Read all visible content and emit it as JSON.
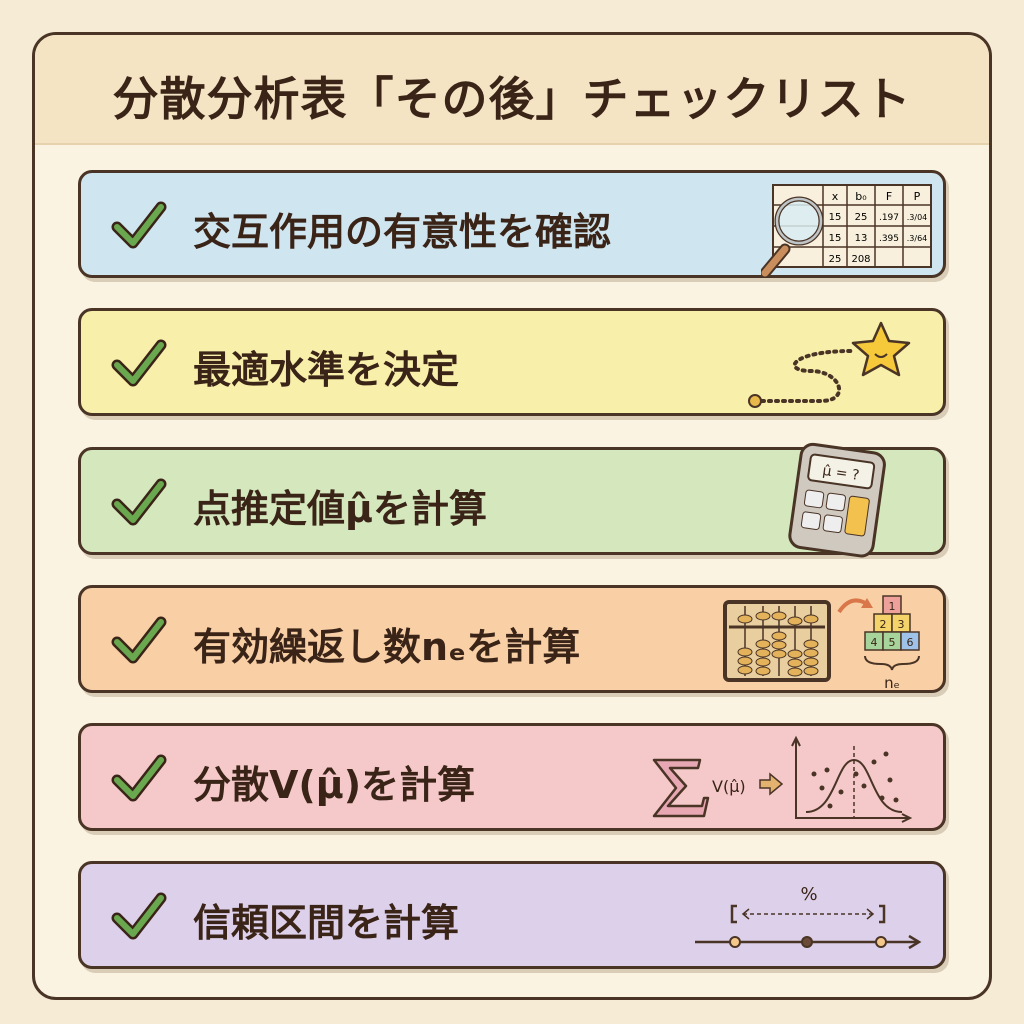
{
  "title": "分散分析表「その後」チェックリスト",
  "items": [
    {
      "label": "交互作用の有意性を確認",
      "color": "#cfe5ef",
      "icon": "magnifier-anova-table-icon"
    },
    {
      "label": "最適水準を決定",
      "color": "#f8efaa",
      "icon": "path-to-star-icon"
    },
    {
      "label": "点推定値μ̂を計算",
      "color": "#d5e8bd",
      "icon": "calculator-icon"
    },
    {
      "label": "有効繰返し数nₑを計算",
      "color": "#f9d0a6",
      "icon": "abacus-blocks-icon"
    },
    {
      "label": "分散V(μ̂)を計算",
      "color": "#f5c9c9",
      "icon": "sigma-distribution-icon"
    },
    {
      "label": "信頼区間を計算",
      "color": "#ddd0ea",
      "icon": "interval-icon"
    }
  ],
  "table": {
    "headers": [
      "x",
      "b₀",
      "F",
      "P"
    ],
    "rows": [
      [
        "15",
        "25",
        ".197",
        ".3/04"
      ],
      [
        "15",
        "13",
        ".395",
        ".3/64"
      ],
      [
        "25",
        "208",
        "",
        ""
      ]
    ]
  },
  "calculator_display": "μ̂ = ?",
  "blocks": [
    "1",
    "2",
    "3",
    "4",
    "5",
    "6"
  ],
  "ne_label": "nₑ",
  "variance_label": "V(μ̂)",
  "percent_label": "%",
  "check_color": "#6aa84f"
}
